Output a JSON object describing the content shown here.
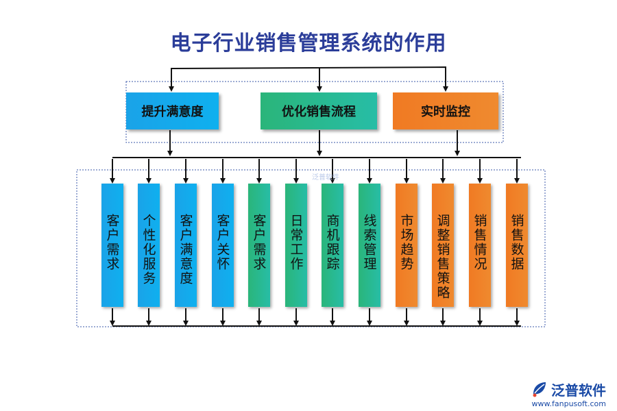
{
  "title": "电子行业销售管理系统的作用",
  "top_boxes": [
    {
      "label": "提升满意度",
      "color": "#0fb0ef"
    },
    {
      "label": "优化销售流程",
      "color": "#27b48a"
    },
    {
      "label": "实时监控",
      "color": "#ef7d27"
    }
  ],
  "columns": [
    {
      "label": "客户需求",
      "group": "blue"
    },
    {
      "label": "个性化服务",
      "group": "blue"
    },
    {
      "label": "客户满意度",
      "group": "blue"
    },
    {
      "label": "客户关怀",
      "group": "blue"
    },
    {
      "label": "客户需求",
      "group": "green"
    },
    {
      "label": "日常工作",
      "group": "green"
    },
    {
      "label": "商机跟踪",
      "group": "green"
    },
    {
      "label": "线索管理",
      "group": "green"
    },
    {
      "label": "市场趋势",
      "group": "orange"
    },
    {
      "label": "调整销售策略",
      "group": "orange"
    },
    {
      "label": "销售情况",
      "group": "orange"
    },
    {
      "label": "销售数据",
      "group": "orange"
    }
  ],
  "logo": {
    "name": "泛普软件",
    "url": "www.fanpusoft.com"
  },
  "watermark": "泛普软件"
}
